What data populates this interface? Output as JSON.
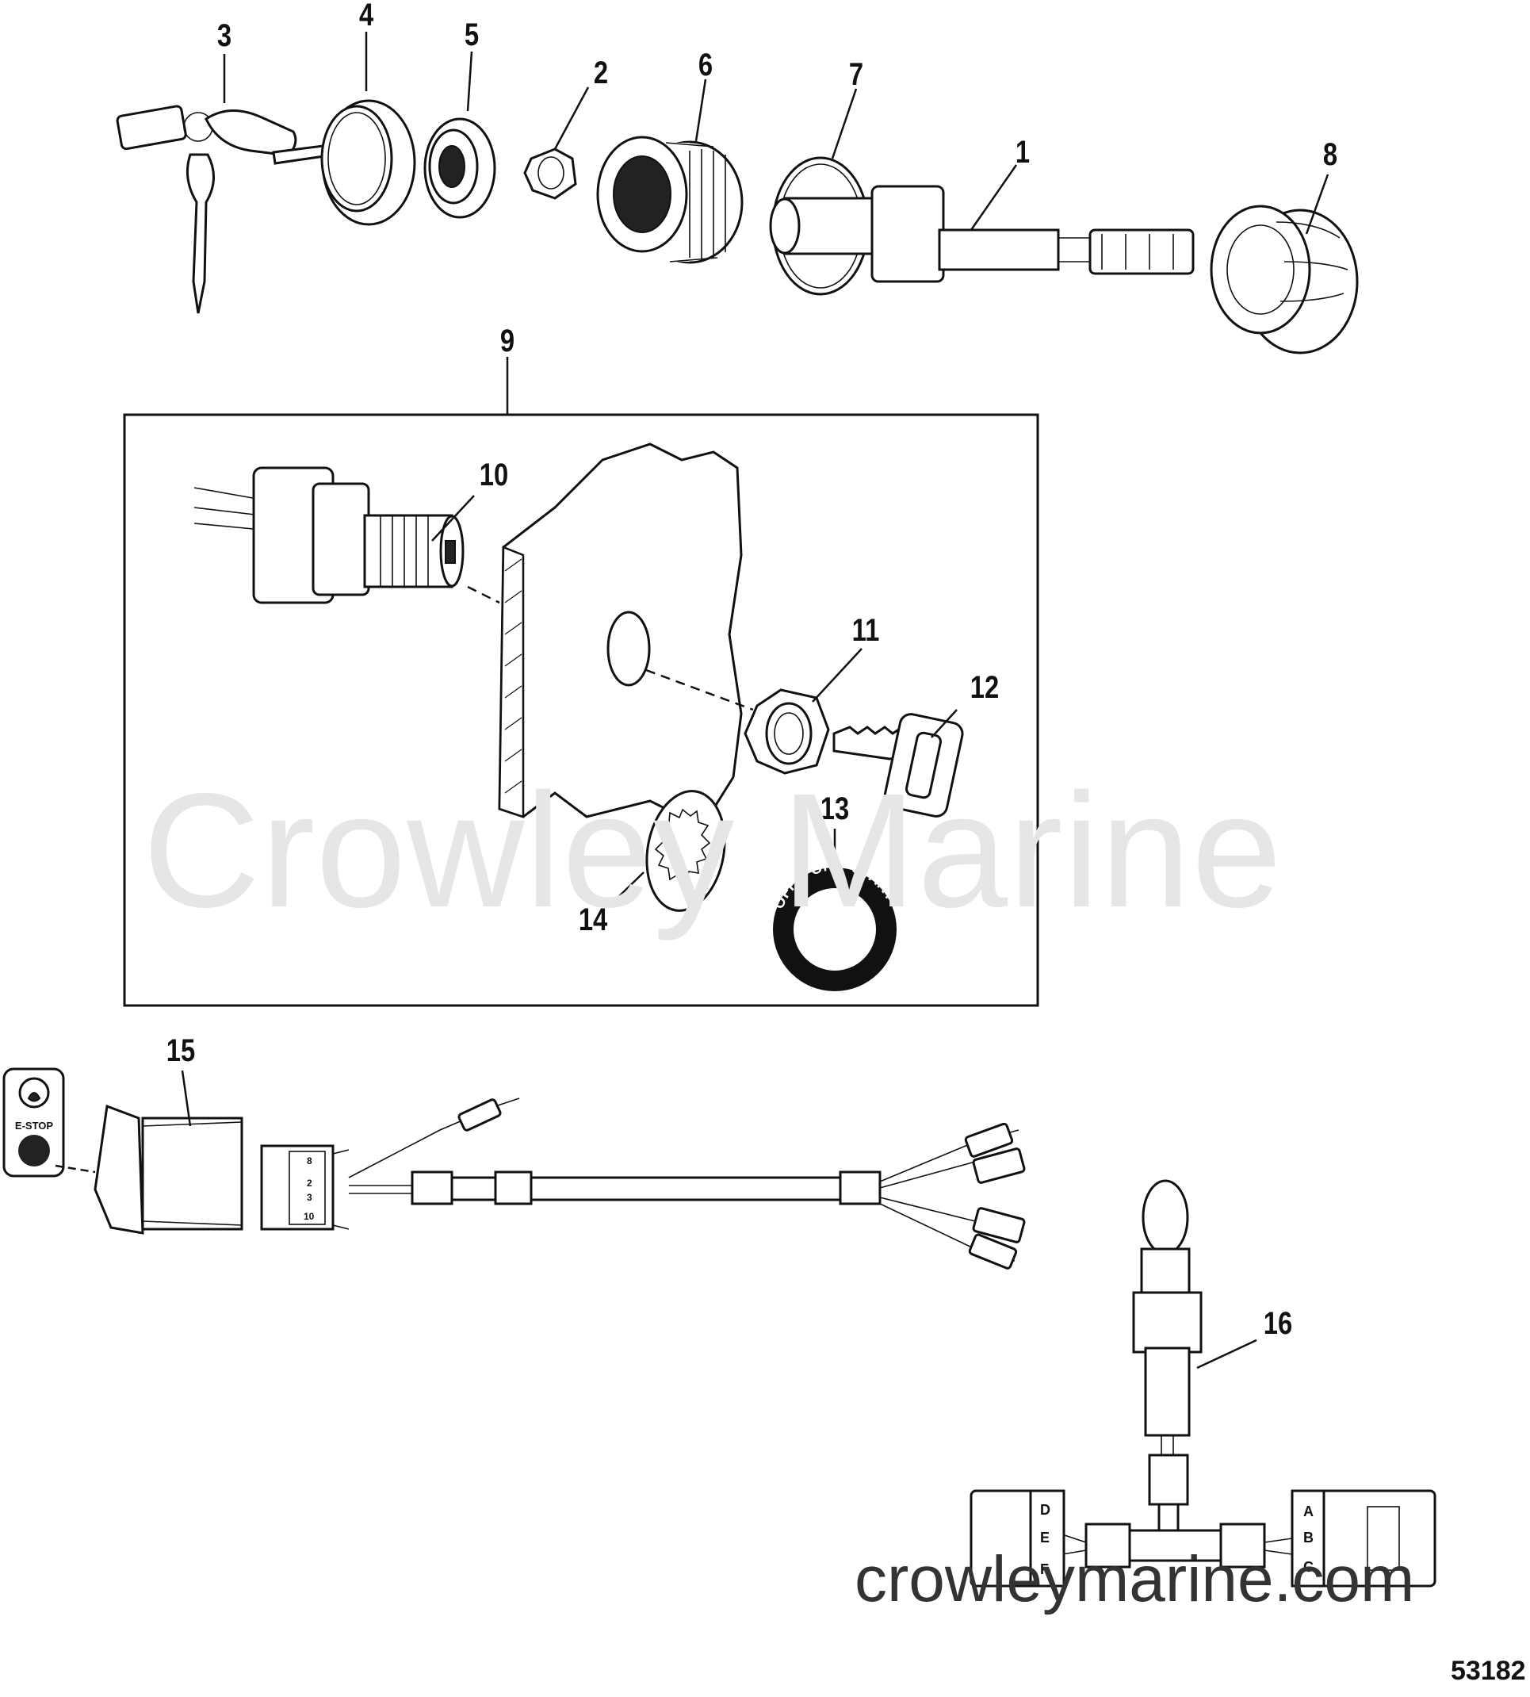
{
  "callouts": {
    "c1": "1",
    "c2": "2",
    "c3": "3",
    "c4": "4",
    "c5": "5",
    "c6": "6",
    "c7": "7",
    "c8": "8",
    "c9": "9",
    "c10": "10",
    "c11": "11",
    "c12": "12",
    "c13": "13",
    "c14": "14",
    "c15": "15",
    "c16": "16"
  },
  "ring_labels": {
    "off": "OFF",
    "on": "ON",
    "start": "START"
  },
  "estop_label": "E-STOP",
  "connector_letters": {
    "left": [
      "F",
      "E",
      "D"
    ],
    "right": [
      "A",
      "B",
      "C"
    ]
  },
  "switch_pins": [
    "8",
    "2",
    "3",
    "10"
  ],
  "watermark": "Crowley Marine",
  "url_watermark": "crowleymarine.com",
  "figure_number": "53182"
}
